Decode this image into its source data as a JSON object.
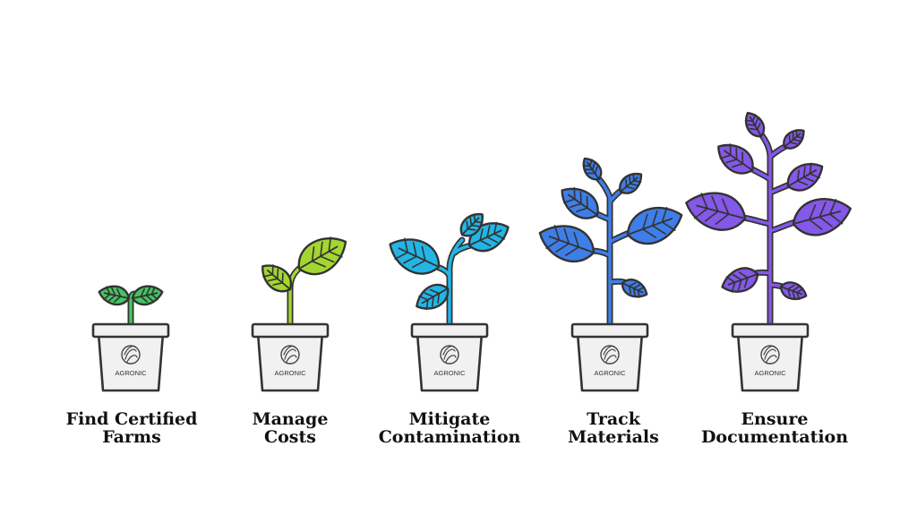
{
  "brand": "AGRONIC",
  "steps": [
    {
      "line1": "Find Certified",
      "line2": "Farms",
      "color": "#45c463"
    },
    {
      "line1": "Manage",
      "line2": "Costs",
      "color": "#a3d631"
    },
    {
      "line1": "Mitigate",
      "line2": "Contamination",
      "color": "#23b5e6"
    },
    {
      "line1": "Track",
      "line2": "Materials",
      "color": "#3f7ee8"
    },
    {
      "line1": "Ensure",
      "line2": "Documentation",
      "color": "#8458e8"
    }
  ],
  "colors": {
    "outline": "#333333",
    "pot": "#f1f1f1"
  }
}
